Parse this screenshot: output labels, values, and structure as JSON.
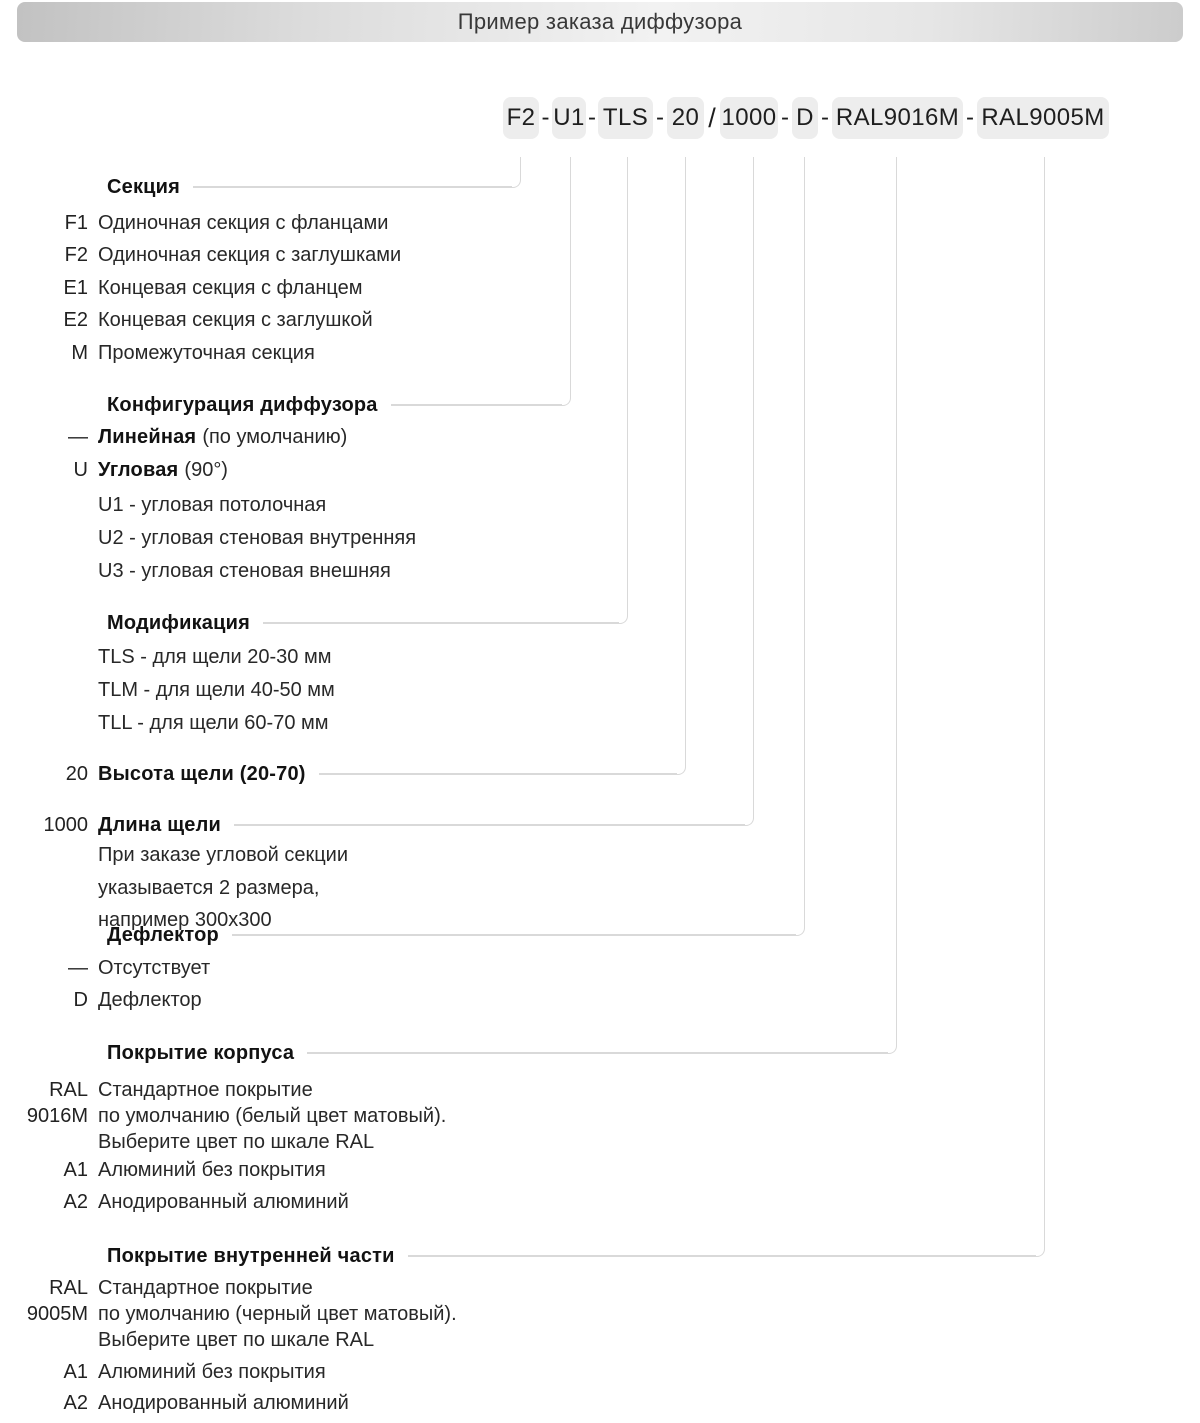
{
  "title": "Пример заказа диффузора",
  "code_row": {
    "section": "F2",
    "config": "U1",
    "modification": "TLS",
    "slot_height": "20",
    "slash": "/",
    "slot_length": "1000",
    "deflector": "D",
    "body_coating": "RAL9016M",
    "inner_coating": "RAL9005M",
    "separator": "-"
  },
  "sections": {
    "section": {
      "title": "Секция",
      "items": [
        {
          "code": "F1",
          "desc": "Одиночная секция с  фланцами"
        },
        {
          "code": "F2",
          "desc": "Одиночная секция с заглушками"
        },
        {
          "code": "E1",
          "desc": "Концевая секция с фланцем"
        },
        {
          "code": "E2",
          "desc": "Концевая секция с заглушкой"
        },
        {
          "code": "M",
          "desc": "Промежуточная секция"
        }
      ]
    },
    "config": {
      "title": "Конфигурация диффузора",
      "linear": {
        "code": "—",
        "bold": "Линейная",
        "rest": "(по умолчанию)"
      },
      "angular": {
        "code": "U",
        "bold": "Угловая",
        "rest": "(90°)"
      },
      "sub_items": [
        {
          "desc": "U1 - угловая потолочная"
        },
        {
          "desc": "U2 - угловая стеновая внутренняя"
        },
        {
          "desc": "U3 - угловая стеновая внешняя"
        }
      ]
    },
    "modification": {
      "title": "Модификация",
      "items": [
        {
          "desc": "TLS -  для щели 20-30 мм"
        },
        {
          "desc": "TLM -  для щели 40-50 мм"
        },
        {
          "desc": "TLL -  для щели 60-70 мм"
        }
      ]
    },
    "slot_height": {
      "code": "20",
      "title": "Высота щели (20-70)"
    },
    "slot_length": {
      "code": "1000",
      "title": "Длина щели",
      "note_lines": [
        "При заказе угловой секции",
        "указывается 2 размера,",
        "например 300x300"
      ]
    },
    "deflector": {
      "title": "Дефлектор",
      "items": [
        {
          "code": "—",
          "desc": "Отсутствует"
        },
        {
          "code": "D",
          "desc": "Дефлектор"
        }
      ]
    },
    "body_coating": {
      "title": "Покрытие корпуса",
      "ral_code_lines": [
        "RAL",
        "9016M"
      ],
      "ral_desc_lines": [
        "Стандартное покрытие",
        "по умолчанию (белый цвет матовый).",
        "Выберите цвет по шкале RAL"
      ],
      "items": [
        {
          "code": "A1",
          "desc": "Алюминий без покрытия"
        },
        {
          "code": "A2",
          "desc": "Анодированный алюминий"
        }
      ]
    },
    "inner_coating": {
      "title": "Покрытие внутренней части",
      "ral_code_lines": [
        "RAL",
        "9005M"
      ],
      "ral_desc_lines": [
        "Стандартное покрытие",
        "по умолчанию (черный цвет матовый).",
        "Выберите цвет по шкале RAL"
      ],
      "items": [
        {
          "code": "A1",
          "desc": "Алюминий без покрытия"
        },
        {
          "code": "A2",
          "desc": "Анодированный алюминий"
        }
      ]
    }
  }
}
